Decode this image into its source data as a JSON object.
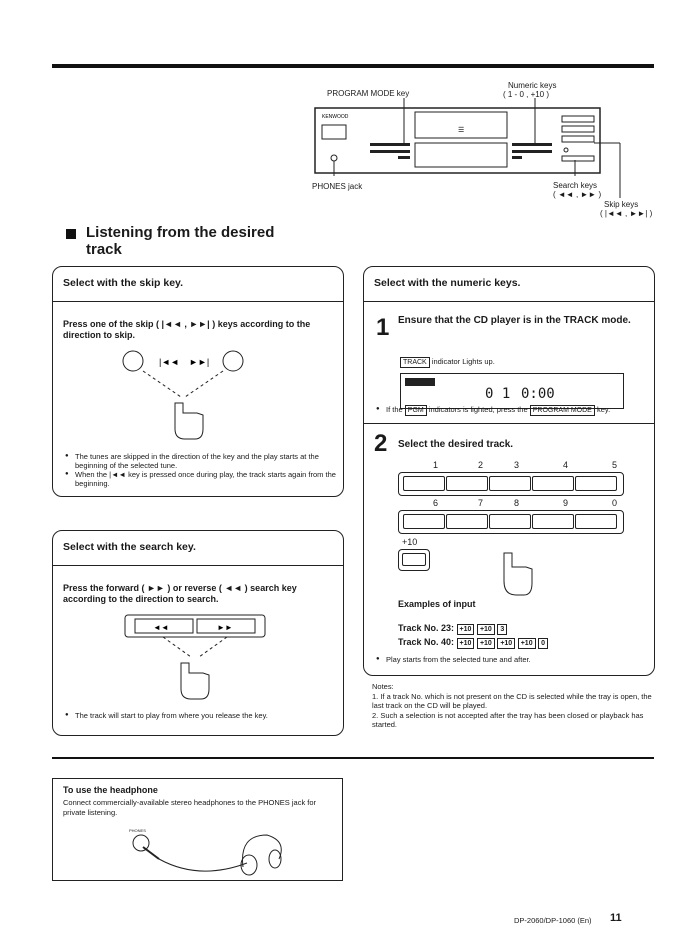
{
  "diagram": {
    "program_mode_label": "PROGRAM MODE key",
    "numeric_keys_label": "Numeric keys",
    "numeric_keys_range": "( 1 - 0 , +10 )",
    "brand": "KENWOOD",
    "phones_label": "PHONES jack",
    "search_keys_label": "Search keys",
    "search_keys_sym": "( ◄◄ , ►► )",
    "skip_keys_label": "Skip keys",
    "skip_keys_sym": "( |◄◄ , ►►| )"
  },
  "section": {
    "title_line1": "Listening from the desired",
    "title_line2": "track"
  },
  "skip_panel": {
    "title": "Select with the skip key.",
    "instruction": "Press one of the skip ( |◄◄ , ►►| ) keys according to the direction to skip.",
    "bullets": [
      "The tunes are skipped in the direction of the key and the play starts at the beginning of the selected tune.",
      "When the |◄◄ key is pressed once during play, the track starts again from the beginning."
    ]
  },
  "search_panel": {
    "title": "Select with the search key.",
    "instruction": "Press the forward ( ►► ) or reverse ( ◄◄ ) search key according to the direction to search.",
    "bullet": "The track will start to play from where you release the key."
  },
  "numeric_panel": {
    "title": "Select with the numeric keys.",
    "step1_num": "1",
    "step1_text": "Ensure that the CD player is in the TRACK mode.",
    "track_key": "TRACK",
    "indicator_text": "indicator Lights up.",
    "display_track": "0 1",
    "display_time": "0:00",
    "pgm_note_pre": "If the",
    "pgm_key": "PGM",
    "pgm_note_mid": "indicators is lighted, press the",
    "program_mode_key": "PROGRAM MODE",
    "pgm_note_post": "key.",
    "step2_num": "2",
    "step2_text": "Select the desired track.",
    "row1_labels": [
      "1",
      "2",
      "3",
      "4",
      "5"
    ],
    "row2_labels": [
      "6",
      "7",
      "8",
      "9",
      "0"
    ],
    "plus10_label": "+10",
    "examples_title": "Examples of input",
    "ex1_label": "Track No. 23:",
    "ex1_keys": [
      "+10",
      "+10",
      "3"
    ],
    "ex2_label": "Track No. 40:",
    "ex2_keys": [
      "+10",
      "+10",
      "+10",
      "+10",
      "0"
    ],
    "play_note": "Play starts from the selected tune and after."
  },
  "notes": {
    "title": "Notes:",
    "items": [
      "1. If a track No. which is not present on the CD is selected while the tray is open, the last track on the CD will be played.",
      "2. Such a selection is not accepted after the tray has been closed or playback has started."
    ]
  },
  "headphone": {
    "title": "To use the headphone",
    "text": "Connect commercially-available stereo headphones to the PHONES jack for private listening.",
    "jack_label": "PHONES"
  },
  "footer": {
    "model": "DP-2060/DP-1060 (En)",
    "page": "11"
  }
}
